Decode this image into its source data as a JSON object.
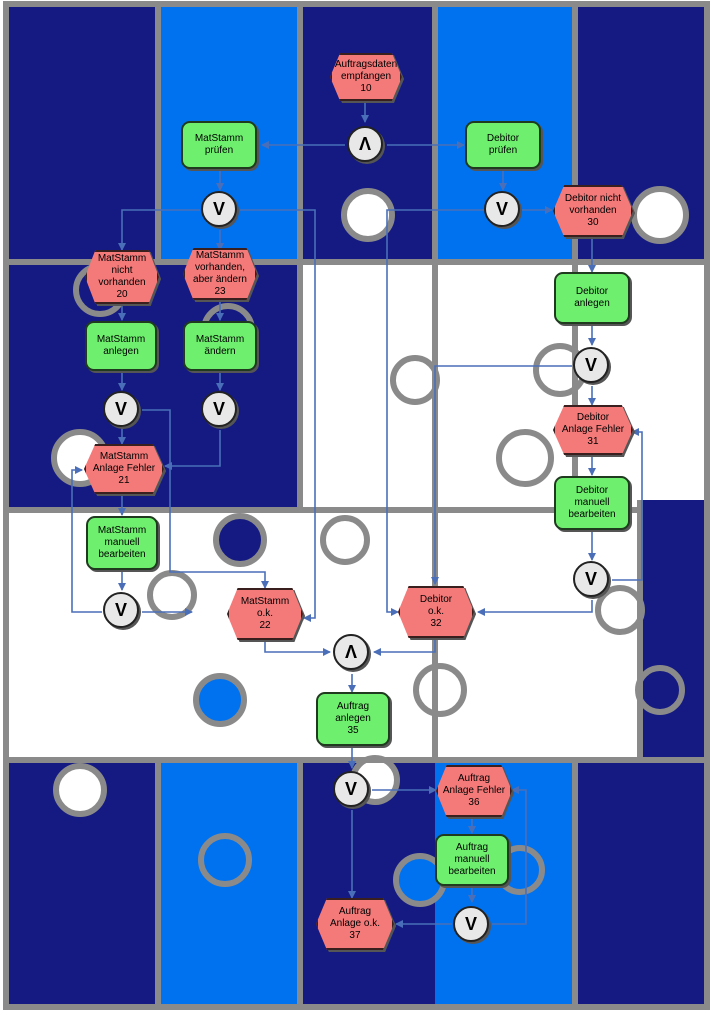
{
  "colors": {
    "dark_blue": "#141a82",
    "light_blue": "#0072ef",
    "white_piece": "#ffffff",
    "piece_border": "#8a8a8a",
    "function_green": "#6ef06e",
    "event_red": "#f47a7a",
    "connector": "#4a6fb8"
  },
  "nodes": {
    "e10": {
      "type": "event",
      "label": "Auftragsdaten\nempfangen\n10"
    },
    "and1": {
      "type": "gate",
      "label": "Λ"
    },
    "f_matstamm_pruefen": {
      "type": "function",
      "label": "MatStamm\nprüfen"
    },
    "f_debitor_pruefen": {
      "type": "function",
      "label": "Debitor\nprüfen"
    },
    "or1": {
      "type": "gate",
      "label": "V"
    },
    "or2": {
      "type": "gate",
      "label": "V"
    },
    "e30": {
      "type": "event",
      "label": "Debitor nicht\nvorhanden\n30"
    },
    "e20": {
      "type": "event",
      "label": "MatStamm\nnicht\nvorhanden\n20"
    },
    "e23": {
      "type": "event",
      "label": "MatStamm\nvorhanden,\naber ändern\n23"
    },
    "f_debitor_anlegen": {
      "type": "function",
      "label": "Debitor\nanlegen"
    },
    "f_matstamm_anlegen": {
      "type": "function",
      "label": "MatStamm\nanlegen"
    },
    "f_matstamm_aendern": {
      "type": "function",
      "label": "MatStamm\nändern"
    },
    "or3": {
      "type": "gate",
      "label": "V"
    },
    "or4": {
      "type": "gate",
      "label": "V"
    },
    "or5": {
      "type": "gate",
      "label": "V"
    },
    "e31": {
      "type": "event",
      "label": "Debitor\nAnlage Fehler\n31"
    },
    "e21": {
      "type": "event",
      "label": "MatStamm\nAnlage Fehler\n21"
    },
    "f_debitor_manuell": {
      "type": "function",
      "label": "Debitor\nmanuell\nbearbeiten"
    },
    "f_matstamm_manuell": {
      "type": "function",
      "label": "MatStamm\nmanuell\nbearbeiten"
    },
    "or6": {
      "type": "gate",
      "label": "V"
    },
    "or7": {
      "type": "gate",
      "label": "V"
    },
    "e22": {
      "type": "event",
      "label": "MatStamm\no.k.\n22"
    },
    "e32": {
      "type": "event",
      "label": "Debitor\no.k.\n32"
    },
    "and2": {
      "type": "gate",
      "label": "Λ"
    },
    "f_auftrag_anlegen": {
      "type": "function",
      "label": "Auftrag\nanlegen\n35"
    },
    "or8": {
      "type": "gate",
      "label": "V"
    },
    "e36": {
      "type": "event",
      "label": "Auftrag\nAnlage Fehler\n36"
    },
    "f_auftrag_manuell": {
      "type": "function",
      "label": "Auftrag\nmanuell\nbearbeiten"
    },
    "or9": {
      "type": "gate",
      "label": "V"
    },
    "e37": {
      "type": "event",
      "label": "Auftrag\nAnlage o.k.\n37"
    }
  }
}
